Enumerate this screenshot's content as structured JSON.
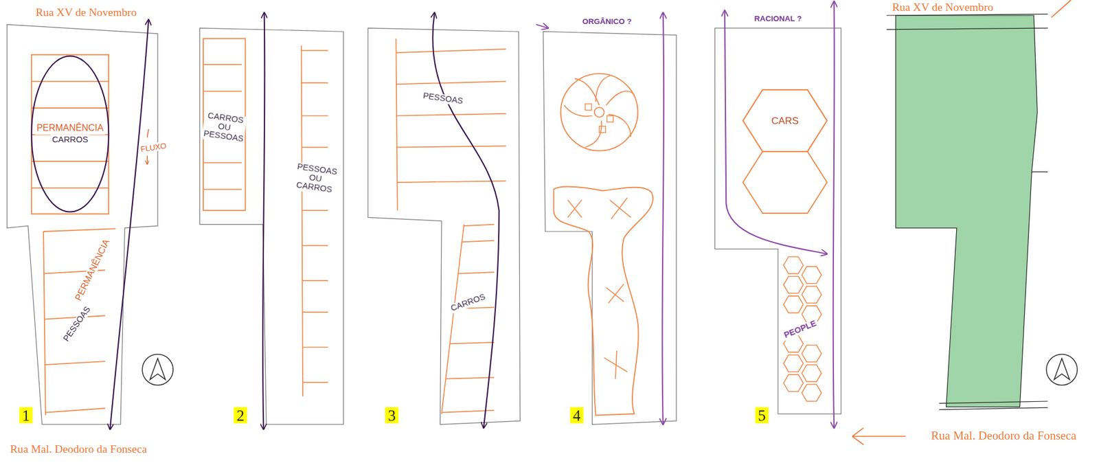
{
  "diagram": {
    "nodes": [
      {
        "text": [
          "PERMANÊNCIA",
          "CARROS"
        ]
      },
      {
        "text": [
          "CARS"
        ]
      }
    ],
    "labels": [
      "Rua XV de Novembro",
      "Rua Mal. Deodoro da Fonseca",
      "1",
      "PERMANÊNCIA",
      "PESSOAS",
      "FLUXO",
      "2",
      "CARROS OU PESSOAS",
      "PESSOAS OU CARROS",
      "3",
      "PESSOAS",
      "CARROS",
      "4",
      "ORGÂNICO ?",
      "5",
      "RACIONAL ?",
      "PEOPLE",
      "Rua XV de Novembro",
      "Rua Mal. Deodoro da Fonseca"
    ]
  }
}
